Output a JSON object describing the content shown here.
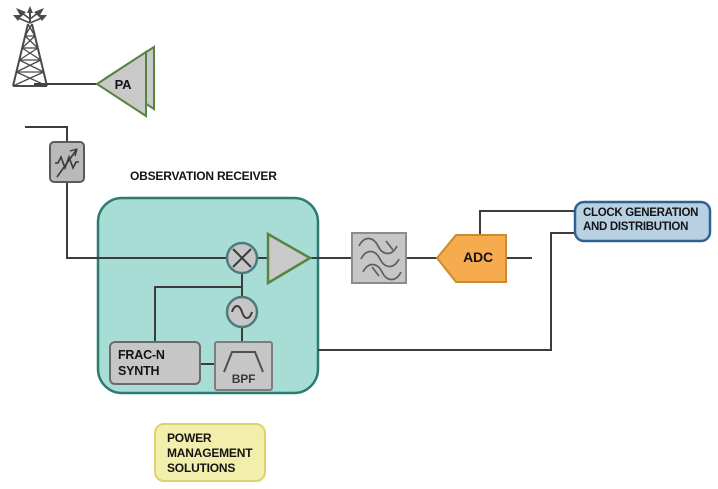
{
  "labels": {
    "pa": "PA",
    "observation_receiver": "OBSERVATION RECEIVER",
    "frac_n_synth": {
      "line1": "FRAC-N",
      "line2": "SYNTH"
    },
    "bpf": "BPF",
    "adc": "ADC",
    "clock_generation": {
      "line1": "CLOCK GENERATION",
      "line2": "AND DISTRIBUTION"
    },
    "power_management": {
      "line1": "POWER",
      "line2": "MANAGEMENT",
      "line3": "SOLUTIONS"
    }
  },
  "icons": {
    "antenna": "antenna-tower-icon",
    "pa_amplifier": "amplifier-triangle-icon",
    "attenuator": "variable-attenuator-icon",
    "mixer": "mixer-cross-circle-icon",
    "gain_amplifier": "amplifier-triangle-icon",
    "local_oscillator": "oscillator-sine-circle-icon",
    "bandpass_filter": "bandpass-response-icon",
    "tunable_filter": "triple-wave-filter-icon"
  },
  "colors": {
    "connector_line": "#3c3c3c",
    "observation_receiver_fill": "#a8ddd6",
    "observation_receiver_border": "#2d7a6f",
    "component_gray_fill": "#c6c6c6",
    "component_gray_border": "#7d7d7d",
    "attenuator_border": "#5a5a5a",
    "amplifier_green_border": "#578441",
    "mixer_oscillator_border": "#4e7a7e",
    "adc_fill": "#f7ab4f",
    "adc_border": "#cb8b31",
    "clock_fill": "#b8d1e2",
    "clock_border": "#31618d",
    "power_fill": "#f2eeac",
    "power_border": "#ded26e"
  }
}
